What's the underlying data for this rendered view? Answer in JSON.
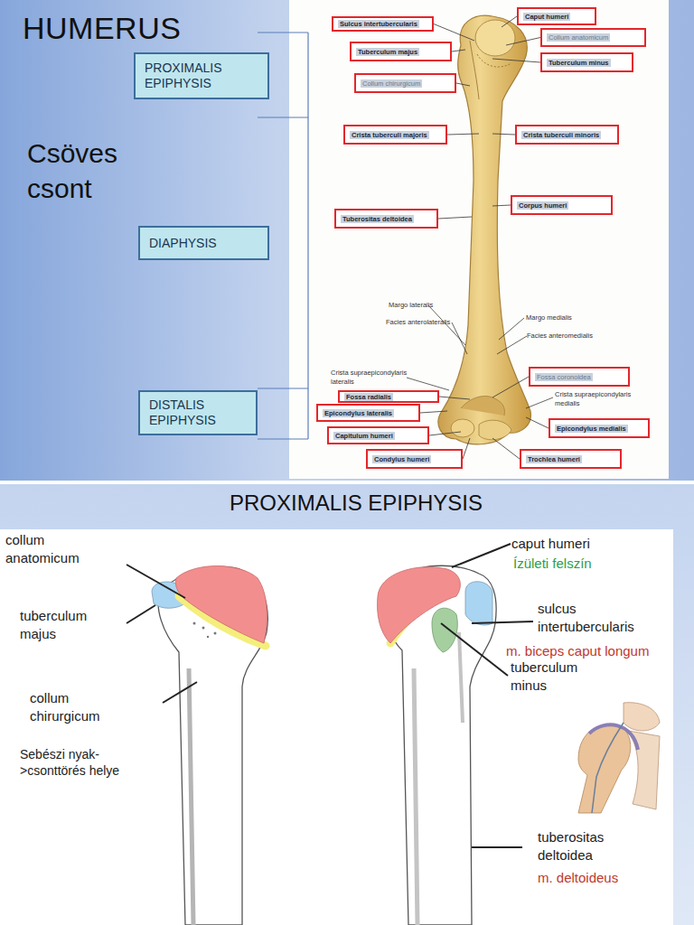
{
  "diagram": {
    "title": "HUMERUS",
    "nodes": [
      {
        "text": [
          "PROXIMALIS EPIPHYSIS"
        ]
      },
      {
        "text": [
          "DIAPHYSIS"
        ]
      },
      {
        "text": [
          "DISTALIS EPIPHYSIS"
        ]
      },
      {
        "text": [
          "Sulcus intertubercularis"
        ]
      },
      {
        "text": [
          "Caput humeri"
        ]
      },
      {
        "text": [
          "Collum anatomicum"
        ]
      },
      {
        "text": [
          "Tuberculum majus"
        ]
      },
      {
        "text": [
          "Tuberculum minus"
        ]
      },
      {
        "text": [
          "Collum chirurgicum"
        ]
      },
      {
        "text": [
          "Crista tuberculi majoris"
        ]
      },
      {
        "text": [
          "Crista tuberculi minoris"
        ]
      },
      {
        "text": [
          "Corpus humeri"
        ]
      },
      {
        "text": [
          "Tuberositas deltoidea"
        ]
      },
      {
        "text": [
          "Fossa coronoidea"
        ]
      },
      {
        "text": [
          "Fossa radialis"
        ]
      },
      {
        "text": [
          "Epicondylus lateralis"
        ]
      },
      {
        "text": [
          "Epicondylus medialis"
        ]
      },
      {
        "text": [
          "Capitulum humeri"
        ]
      },
      {
        "text": [
          "Condylus humeri"
        ]
      },
      {
        "text": [
          "Trochlea humeri"
        ]
      }
    ],
    "labels": [
      "Csöves csont",
      "Margo lateralis",
      "Facies anterolateralis",
      "Margo medialis",
      "Facies anteromedialis",
      "Crista supraepicondylaris lateralis",
      "Crista supraepicondylaris medialis",
      "PROXIMALIS EPIPHYSIS",
      "collum anatomicum",
      "tuberculum majus",
      "collum chirurgicum",
      "Sebészi nyak->csonttörés helye",
      "caput humeri",
      "Ízületi felszín",
      "sulcus intertubercularis",
      "m. biceps caput longum",
      "tuberculum minus",
      "tuberositas deltoidea",
      "m. deltoideus"
    ]
  }
}
